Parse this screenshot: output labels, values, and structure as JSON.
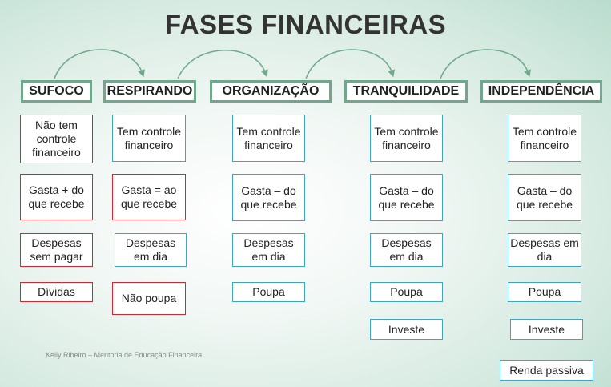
{
  "title": "FASES FINANCEIRAS",
  "phases": [
    "SUFOCO",
    "RESPIRANDO",
    "ORGANIZAÇÃO",
    "TRANQUILIDADE",
    "INDEPENDÊNCIA"
  ],
  "columns": [
    {
      "items": [
        {
          "text": "Não tem controle financeiro",
          "color": "#d9262e"
        },
        {
          "text": "Gasta + do que recebe",
          "color": "#d9262e"
        },
        {
          "text": "Despesas sem pagar",
          "color": "#d9262e"
        },
        {
          "text": "Dívidas",
          "color": "#d9262e"
        }
      ]
    },
    {
      "items": [
        {
          "text": "Tem controle financeiro",
          "color": "#3ea5c9"
        },
        {
          "text": "Gasta = ao que recebe",
          "color": "#d9262e"
        },
        {
          "text": "Despesas em dia",
          "color": "#3ea5c9"
        },
        {
          "text": "Não poupa",
          "color": "#d9262e"
        }
      ]
    },
    {
      "items": [
        {
          "text": "Tem controle financeiro",
          "color": "#3ea5c9"
        },
        {
          "text": "Gasta – do que recebe",
          "color": "#3ea5c9"
        },
        {
          "text": "Despesas em dia",
          "color": "#3ea5c9"
        },
        {
          "text": "Poupa",
          "color": "#3ea5c9"
        }
      ]
    },
    {
      "items": [
        {
          "text": "Tem controle financeiro",
          "color": "#3ea5c9"
        },
        {
          "text": "Gasta – do que recebe",
          "color": "#3ea5c9"
        },
        {
          "text": "Despesas em dia",
          "color": "#3ea5c9"
        },
        {
          "text": "Poupa",
          "color": "#3ea5c9"
        },
        {
          "text": "Investe",
          "color": "#3ea5c9"
        }
      ]
    },
    {
      "items": [
        {
          "text": "Tem controle financeiro",
          "color": "#3ea5c9"
        },
        {
          "text": "Gasta – do que recebe",
          "color": "#3ea5c9"
        },
        {
          "text": "Despesas em dia",
          "color": "#3ea5c9"
        },
        {
          "text": "Poupa",
          "color": "#3ea5c9"
        },
        {
          "text": "Investe",
          "color": "#3ea5c9"
        },
        {
          "text": "Renda passiva",
          "color": "#3ea5c9"
        }
      ]
    }
  ],
  "footer": "Kelly Ribeiro – Mentoria de Educação Financeira",
  "colors": {
    "phase_border": "#6fa88a",
    "negative": "#d9262e",
    "positive": "#3ea5c9",
    "arrow": "#6fa88a"
  }
}
